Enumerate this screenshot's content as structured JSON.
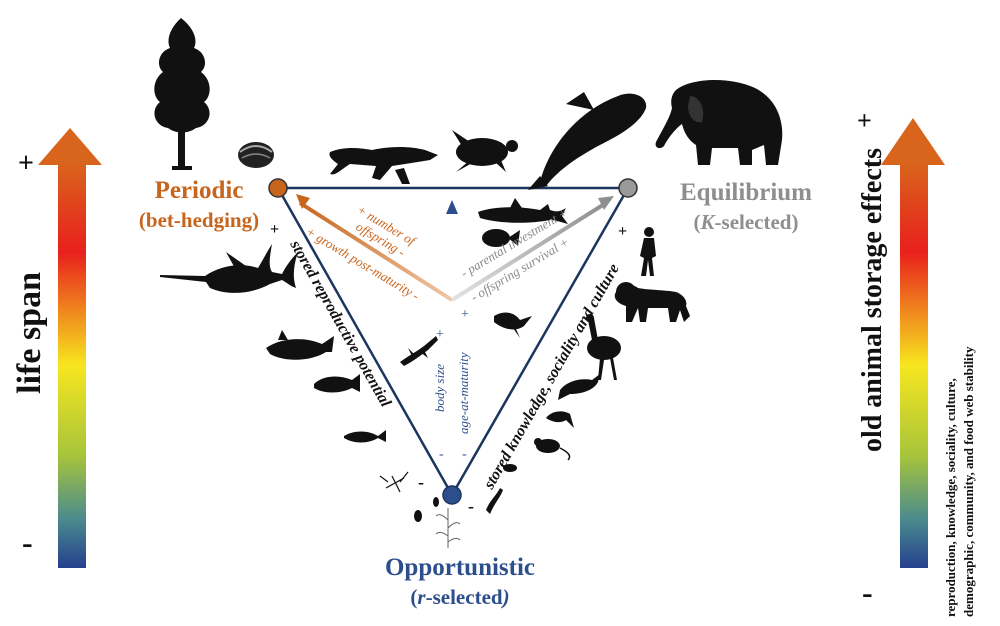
{
  "colors": {
    "periodic": "#c8651d",
    "equilibrium": "#8e8e8e",
    "opportunistic": "#2d4e8c",
    "triangle_edge": "#1c355e",
    "black": "#111111"
  },
  "corners": {
    "periodic": {
      "title": "Periodic",
      "subtitle": "(bet-hedging)"
    },
    "equilibrium": {
      "title": "Equilibrium",
      "subtitle_open": "(",
      "subtitle_italic": "K",
      "subtitle_rest": "-selected)"
    },
    "opportunistic": {
      "title": "Opportunistic",
      "subtitle_open": "(",
      "subtitle_italic": "r",
      "subtitle_rest": "-selected",
      "subtitle_close": ")"
    }
  },
  "left_axis": {
    "label": "life span",
    "plus": "+",
    "minus": "-"
  },
  "right_axis": {
    "label": "old animal storage effects",
    "plus": "+",
    "minus": "-",
    "note_line1": "reproduction, knowledge, sociality, culture,",
    "note_line2": "demographic, community, and food web stability"
  },
  "edges": {
    "left": {
      "label": "stored reproductive potential",
      "plus": "+",
      "minus": "-"
    },
    "right": {
      "label": "stored knowledge, sociality and culture",
      "plus": "+",
      "minus": "-"
    }
  },
  "inner_axes": {
    "orange_1": "+ number of",
    "orange_2": "offspring -",
    "orange_3": "+ growth post-maturity -",
    "grey_1": "- parental investment +",
    "grey_2": "- offspring survival +",
    "body_size": "body size",
    "body_size_plus": "+",
    "body_size_minus": "-",
    "age_at_maturity": "age-at-maturity",
    "age_plus": "+",
    "age_minus": "-"
  },
  "silhouettes": [
    "tree-icon",
    "clam-icon",
    "crocodile-icon",
    "sea-turtle-icon",
    "orca-icon",
    "elephant-icon",
    "swordfish-icon",
    "shark-icon",
    "reef-fish-icon",
    "human-icon",
    "lion-icon",
    "cassowary-icon",
    "bird-icon",
    "seabird-icon",
    "mouse-icon",
    "fish-icon",
    "lizard-icon",
    "mosquito-icon",
    "tadpole-icon",
    "plant-icon"
  ]
}
